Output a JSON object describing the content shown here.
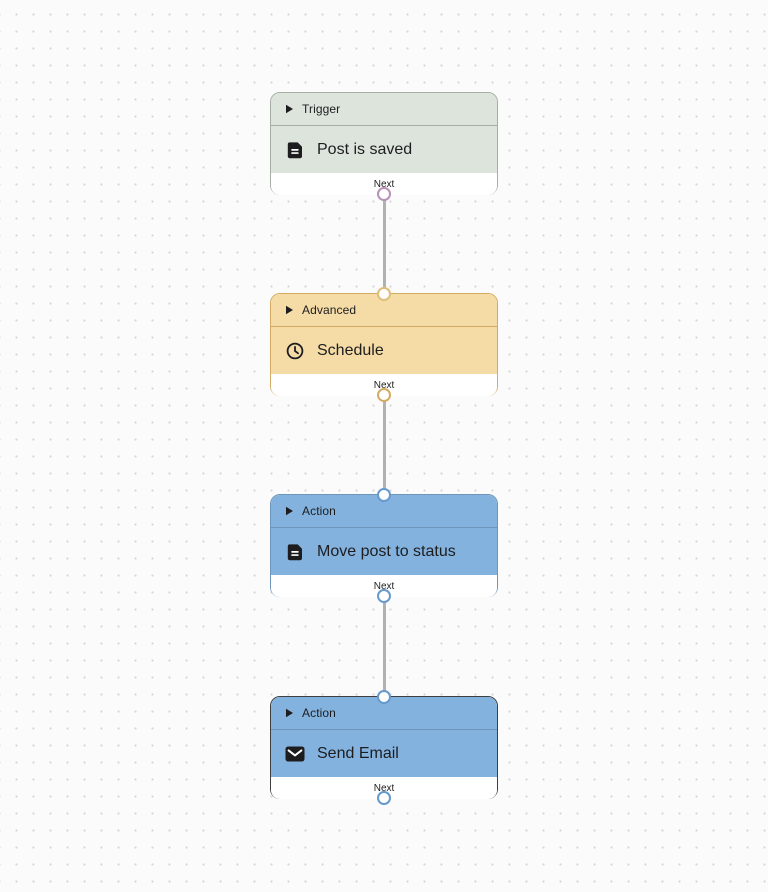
{
  "canvas": {
    "background": "#fbfbfb",
    "dot_color": "#d8d8d8",
    "connector_color": "#b1b1b1",
    "text_color": "#1d1d1f",
    "selected_border": "#3f3f3f"
  },
  "nodes": [
    {
      "category": "Trigger",
      "title": "Post is saved",
      "icon": "document-icon",
      "footer_label": "Next",
      "fill": "#dde4dc",
      "border": "#a5ada5",
      "handle_in": null,
      "handle_out": "#b792b6",
      "selected": false
    },
    {
      "category": "Advanced",
      "title": "Schedule",
      "icon": "clock-icon",
      "footer_label": "Next",
      "fill": "#f5dca6",
      "border": "#d4ab62",
      "handle_in": "#ddbe7e",
      "handle_out": "#d4ab62",
      "selected": false
    },
    {
      "category": "Action",
      "title": "Move post to status",
      "icon": "document-icon",
      "footer_label": "Next",
      "fill": "#83b2de",
      "border": "#6e96ba",
      "handle_in": "#6699cc",
      "handle_out": "#6699cc",
      "selected": false
    },
    {
      "category": "Action",
      "title": "Send Email",
      "icon": "envelope-icon",
      "footer_label": "Next",
      "fill": "#83b2de",
      "border": "#6e96ba",
      "handle_in": "#6699cc",
      "handle_out": "#6699cc",
      "selected": true
    }
  ]
}
